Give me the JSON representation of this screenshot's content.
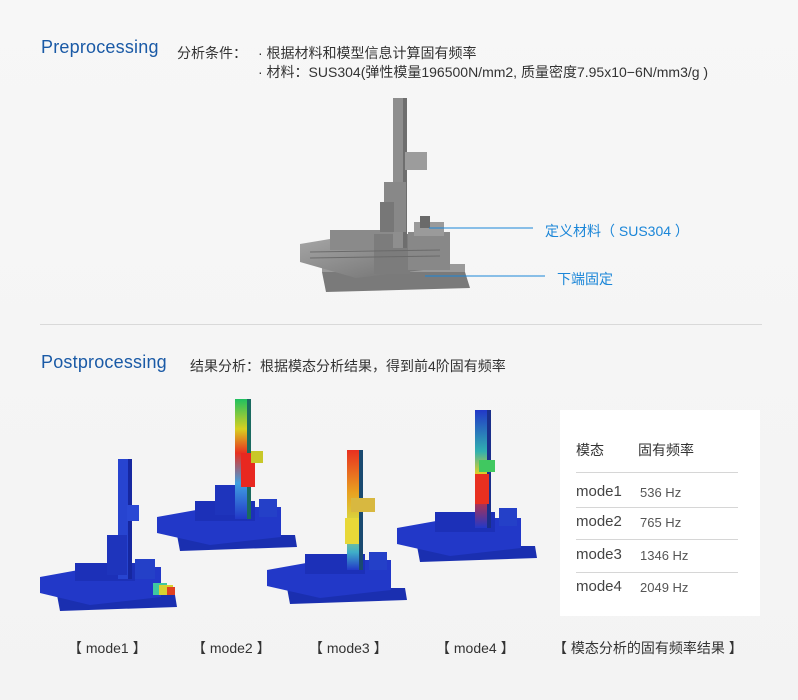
{
  "preprocessing": {
    "title": "Preprocessing",
    "condition_label": "分析条件：",
    "bullets": [
      "· 根据材料和模型信息计算固有频率",
      "· 材料：SUS304(弹性模量196500N/mm2, 质量密度7.95x10−6N/mm3/g )"
    ],
    "callouts": {
      "material": "定义材料（ SUS304 ）",
      "fixed": "下端固定"
    },
    "colors": {
      "callout": "#1b86d8",
      "title": "#1a5aa6"
    }
  },
  "postprocessing": {
    "title": "Postprocessing",
    "result_text": "结果分析：根据模态分析结果，得到前4阶固有频率"
  },
  "captions": [
    "【 mode1 】",
    "【 mode2 】",
    "【 mode3 】",
    "【 mode4 】",
    "【 模态分析的固有频率结果 】"
  ],
  "table": {
    "headers": {
      "mode": "模态",
      "freq": "固有频率"
    },
    "rows": [
      {
        "mode": "mode1",
        "freq": "536 Hz"
      },
      {
        "mode": "mode2",
        "freq": "765 Hz"
      },
      {
        "mode": "mode3",
        "freq": "1346 Hz"
      },
      {
        "mode": "mode4",
        "freq": "2049 Hz"
      }
    ]
  }
}
